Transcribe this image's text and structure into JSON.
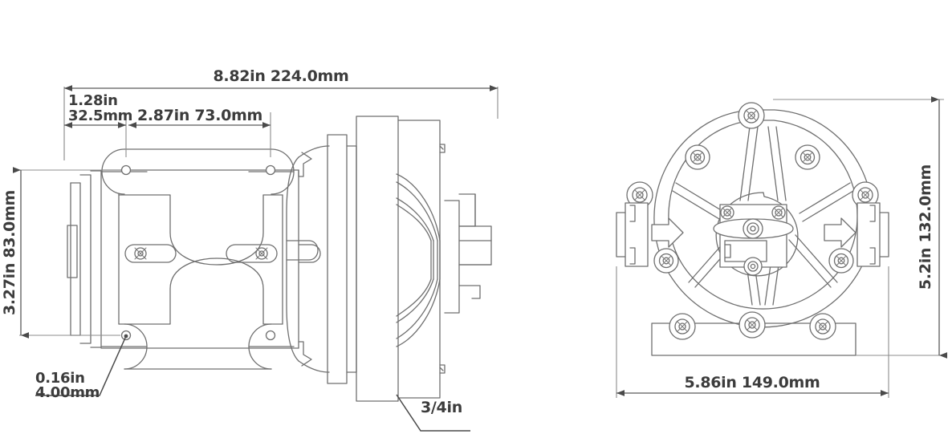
{
  "drawing": {
    "title": "Pump dimensional drawing",
    "background_color": "#ffffff",
    "line_color": "#7b7b7b",
    "text_color": "#3c3c3c"
  },
  "views": {
    "side": {
      "name": "side-view",
      "label": "side elevation of pump with mounting bracket"
    },
    "front": {
      "name": "front-view",
      "label": "front elevation of pump head"
    }
  },
  "dimensions": {
    "overall_length": {
      "value": "8.82in  224.0mm",
      "inches": "8.82in",
      "mm": "224.0mm",
      "name": "overall-length-dimension"
    },
    "bracket_offset": {
      "value": "1.28in\n32.5mm",
      "inches": "1.28in",
      "mm": "32.5mm",
      "name": "bracket-offset-dimension"
    },
    "hole_spacing_length": {
      "value": "2.87in  73.0mm",
      "inches": "2.87in",
      "mm": "73.0mm",
      "name": "mounting-hole-spacing-dimension"
    },
    "bracket_width": {
      "value": "3.27in  83.0mm",
      "inches": "3.27in",
      "mm": "83.0mm",
      "name": "bracket-width-dimension"
    },
    "hole_diameter": {
      "value": "0.16in\n4.00mm",
      "inches": "0.16in",
      "mm": "4.00mm",
      "name": "mounting-hole-diameter-callout"
    },
    "port_size": {
      "value": "3/4in",
      "name": "port-size-callout"
    },
    "head_height": {
      "value": "5.2in  132.0mm",
      "inches": "5.2in",
      "mm": "132.0mm",
      "name": "head-height-dimension"
    },
    "head_width": {
      "value": "5.86in  149.0mm",
      "inches": "5.86in",
      "mm": "149.0mm",
      "name": "head-width-dimension"
    }
  },
  "annotations": {
    "flow_arrow_left": "flow-direction-arrow-left",
    "flow_arrow_right": "flow-direction-arrow-right"
  }
}
